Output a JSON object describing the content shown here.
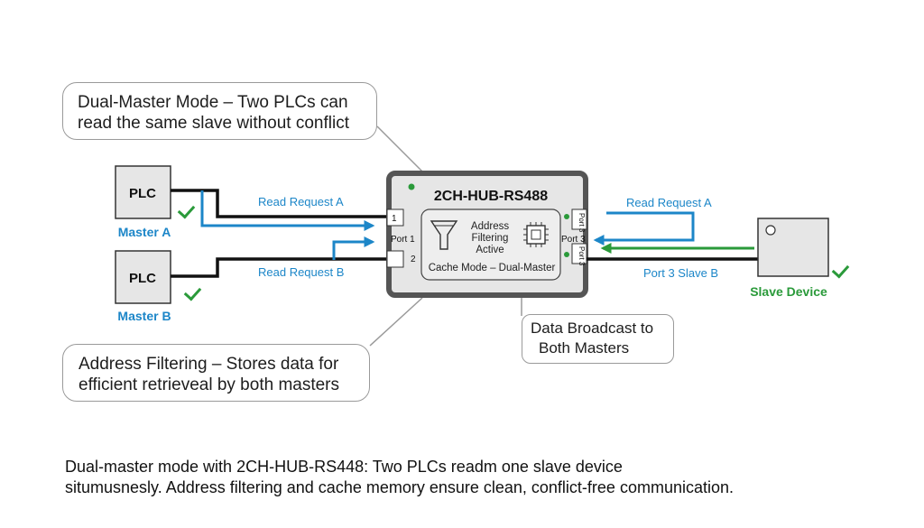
{
  "colors": {
    "blue": "#1c86c8",
    "green": "#2a9a3a",
    "black": "#111111",
    "hub_border": "#555555",
    "hub_fill": "#e6e6e6"
  },
  "callouts": {
    "top": [
      "Dual-Master Mode – Two PLCs can",
      "read the same slave without conflict"
    ],
    "bottom": [
      "Address Filtering – Stores data for",
      "efficient retrieveal by both masters"
    ],
    "broadcast": [
      "Data Broadcast to",
      "Both Masters"
    ]
  },
  "masters": {
    "a": {
      "box_label": "PLC",
      "name": "Master A"
    },
    "b": {
      "box_label": "PLC",
      "name": "Master B"
    }
  },
  "lines": {
    "read_a_left": "Read Request A",
    "read_b_left": "Read Request B",
    "read_a_right": "Read Request A",
    "port3_slave_b": "Port 3 Slave B"
  },
  "hub": {
    "title": "2CH-HUB-RS488",
    "port1_num": "1",
    "port2_num": "2",
    "port1_label": "Port 1",
    "port3_label": "Port 3",
    "port3_vertical_a": "Port 3",
    "port3_vertical_b": "Port 3",
    "inner": {
      "filter_lines": [
        "Address",
        "Filtering",
        "Active"
      ],
      "mode": "Cache Mode – Dual-Master",
      "funnel_icon": "funnel-icon",
      "chip_icon": "chip-icon"
    }
  },
  "slave": {
    "name": "Slave Device"
  },
  "caption": [
    "Dual-master mode with 2CH-HUB-RS448:  Two PLCs readm one slave device",
    "situmusnesly. Address filtering and cache memory ensure clean, conflict-free communication."
  ]
}
